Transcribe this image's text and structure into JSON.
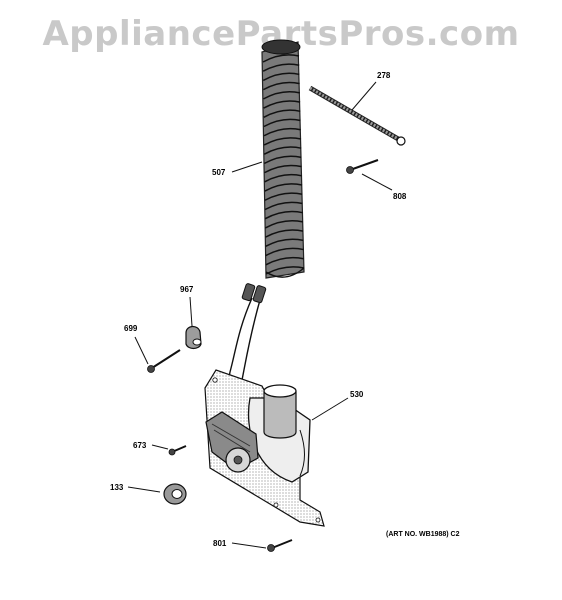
{
  "watermark": "AppliancePartsPros.com",
  "parts": {
    "p278": "278",
    "p507": "507",
    "p808": "808",
    "p967": "967",
    "p699": "699",
    "p530": "530",
    "p673": "673",
    "p133": "133",
    "p801": "801"
  },
  "art_number": "(ART NO. WB1988) C2"
}
